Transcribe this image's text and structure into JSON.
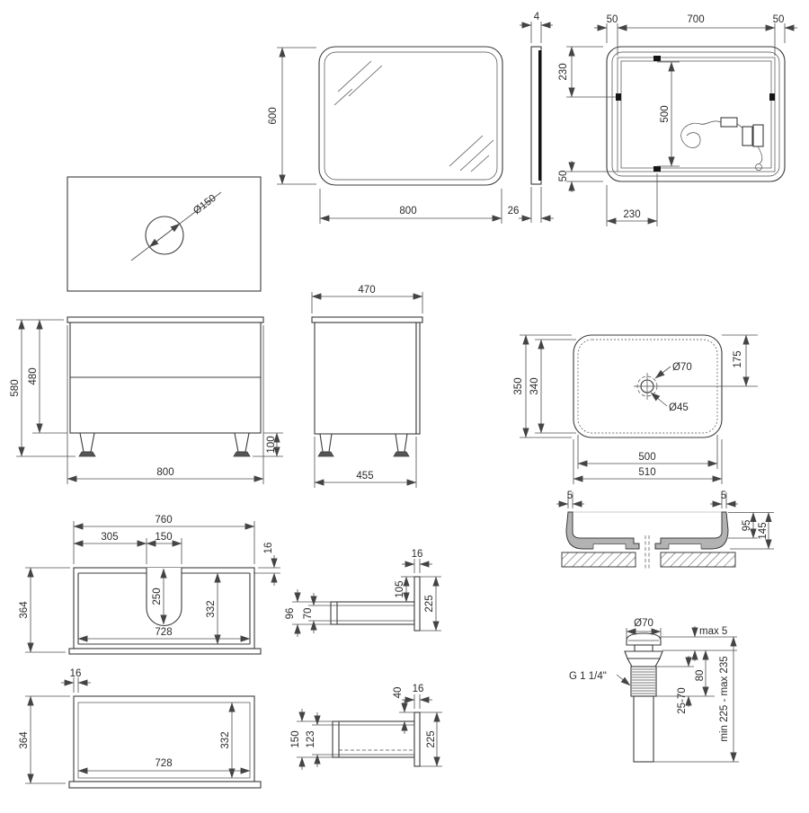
{
  "drawing_title": "bathroom-set-technical-drawing",
  "views": {
    "countertop": {
      "hole_diameter": "Ø150"
    },
    "mirror_front": {
      "width": "800",
      "height": "600"
    },
    "mirror_side": {
      "glass_thickness": "4",
      "depth": "26"
    },
    "mirror_back": {
      "margin_left": "50",
      "mount_width": "700",
      "margin_right": "50",
      "top_offset": "230",
      "mount_height": "500",
      "bottom_offset": "50",
      "bottom_inset": "230"
    },
    "cabinet_front": {
      "total_height": "580",
      "body_height": "480",
      "leg_height": "100",
      "width": "800"
    },
    "cabinet_side": {
      "top_depth": "470",
      "bottom_depth": "455"
    },
    "basin_top": {
      "outer_depth": "350",
      "inner_depth": "340",
      "drain_offset": "175",
      "drain_outer": "Ø70",
      "drain_hole": "Ø45",
      "inner_width": "500",
      "outer_width": "510"
    },
    "panel_notched": {
      "outer_width": "760",
      "notch_left": "305",
      "notch_width": "150",
      "thickness": "16",
      "height": "364",
      "notch_depth": "250",
      "inner_height": "332",
      "inner_width": "728"
    },
    "panel_plain": {
      "thickness": "16",
      "height": "364",
      "inner_height": "332",
      "inner_width": "728"
    },
    "rail_upper": {
      "outer_height": "96",
      "inner_height": "70",
      "drop": "105",
      "thickness": "16",
      "plate_height": "225"
    },
    "rail_lower": {
      "outer_height": "150",
      "inner_height": "123",
      "drop": "40",
      "thickness": "16",
      "plate_height": "225"
    },
    "basin_section": {
      "wall_left": "5",
      "wall_right": "5",
      "inner_depth": "95",
      "total_height": "145"
    },
    "drain": {
      "cap_diameter": "Ø70",
      "open_gap": "max 5",
      "thread": "G 1 1/4\"",
      "flange_height": "80",
      "clamp_range": "25-70",
      "total_length": "min 225 - max 235"
    }
  }
}
